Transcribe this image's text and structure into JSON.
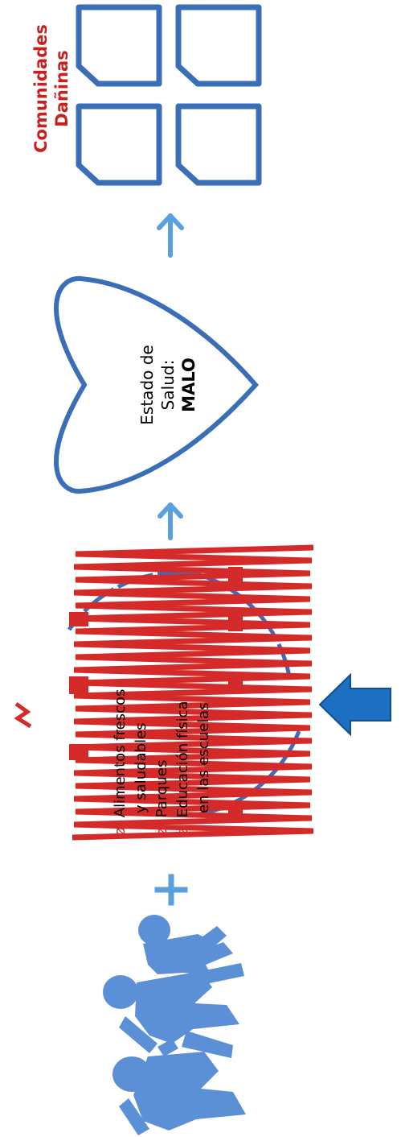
{
  "title": {
    "line1": "Comunidades",
    "line2": "Dañinas",
    "color": "#c8201e"
  },
  "heart": {
    "line1": "Estado de",
    "line2": "Salud:",
    "line3": "MALO"
  },
  "barriers": {
    "symbol": "ø",
    "items": [
      {
        "line1": "Alimentos frescos",
        "line2": "y saludables"
      },
      {
        "line1": "Parques"
      },
      {
        "line1": "Educación física",
        "line2": "en las escuelas"
      }
    ]
  },
  "colors": {
    "blue": "#3a6fb8",
    "light_blue": "#5aa0dc",
    "red": "#d42a2a",
    "arrow_blue": "#1d6fc2"
  },
  "icons": [
    "children-walking-icon",
    "plus-icon",
    "barrier-circle-icon",
    "heart-icon",
    "house-icon",
    "arrow-icon"
  ]
}
